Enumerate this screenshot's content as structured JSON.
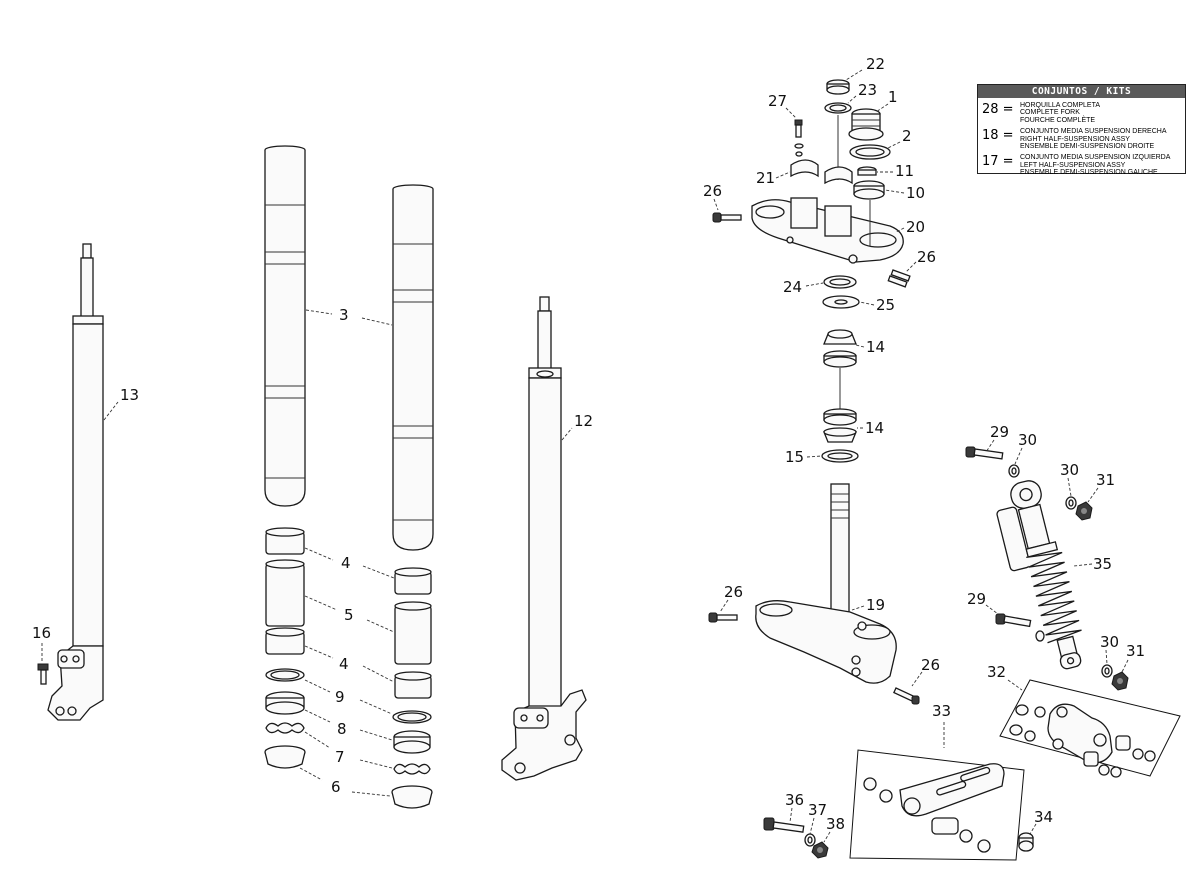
{
  "legend": {
    "title": "CONJUNTOS / KITS",
    "kits": [
      {
        "code": "28 =",
        "lines": [
          "HORQUILLA COMPLETA",
          "COMPLETE FORK",
          "FOURCHE COMPLÈTE"
        ]
      },
      {
        "code": "18 =",
        "lines": [
          "CONJUNTO MEDIA SUSPENSION DERECHA",
          "RIGHT HALF-SUSPENSION ASSY",
          "ENSEMBLE DEMI-SUSPENSION DROITE"
        ]
      },
      {
        "code": "17 =",
        "lines": [
          "CONJUNTO MEDIA SUSPENSION IZQUIERDA",
          "LEFT HALF-SUSPENSION ASSY",
          "ENSEMBLE DEMI-SUSPENSION GAUCHE"
        ]
      }
    ]
  },
  "callouts": {
    "c1": "1",
    "c2": "2",
    "c3": "3",
    "c4a": "4",
    "c4b": "4",
    "c5": "5",
    "c6": "6",
    "c7": "7",
    "c8": "8",
    "c9": "9",
    "c10": "10",
    "c11": "11",
    "c12": "12",
    "c13": "13",
    "c14a": "14",
    "c14b": "14",
    "c15": "15",
    "c16": "16",
    "c19": "19",
    "c20": "20",
    "c21": "21",
    "c22": "22",
    "c23": "23",
    "c24": "24",
    "c25": "25",
    "c26a": "26",
    "c26b": "26",
    "c26c": "26",
    "c26d": "26",
    "c27": "27",
    "c29a": "29",
    "c29b": "29",
    "c30a": "30",
    "c30b": "30",
    "c30c": "30",
    "c31a": "31",
    "c31b": "31",
    "c32": "32",
    "c33": "33",
    "c34": "34",
    "c35": "35",
    "c36": "36",
    "c37": "37",
    "c38": "38"
  }
}
